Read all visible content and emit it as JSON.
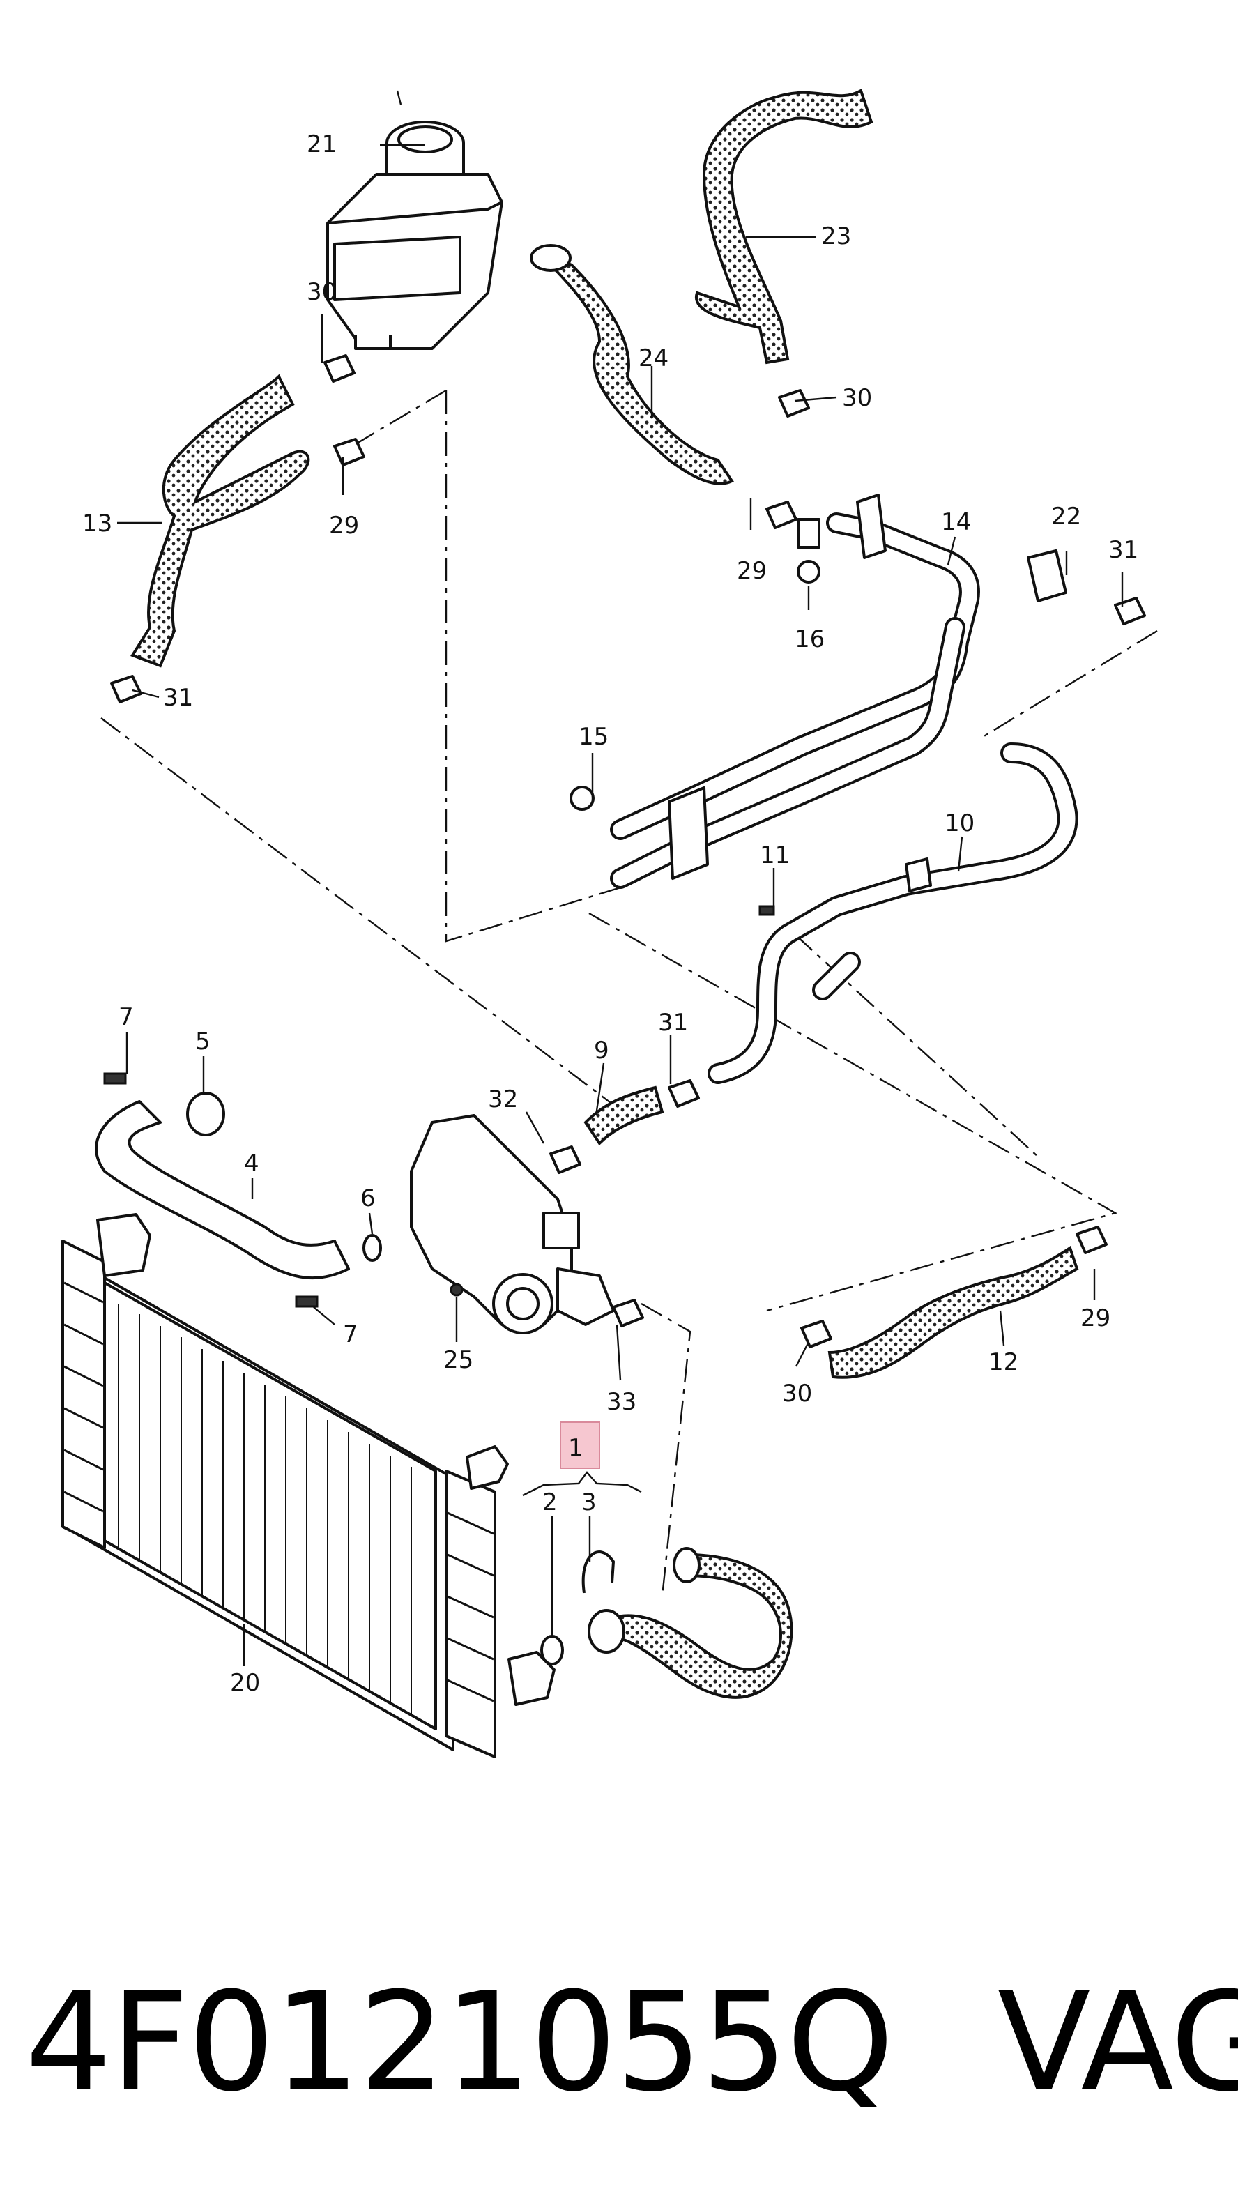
{
  "diagram": {
    "highlight_color": "#f4b9c4",
    "callouts": {
      "c1": "1",
      "c2": "2",
      "c3": "3",
      "c4": "4",
      "c5": "5",
      "c6": "6",
      "c7a": "7",
      "c7b": "7",
      "c9": "9",
      "c10": "10",
      "c11": "11",
      "c12": "12",
      "c13": "13",
      "c14": "14",
      "c15": "15",
      "c16": "16",
      "c20": "20",
      "c21": "21",
      "c22": "22",
      "c23": "23",
      "c24": "24",
      "c25": "25",
      "c29a": "29",
      "c29b": "29",
      "c29c": "29",
      "c30a": "30",
      "c30b": "30",
      "c30c": "30",
      "c31a": "31",
      "c31b": "31",
      "c31c": "31",
      "c32": "32",
      "c33": "33"
    }
  },
  "caption": {
    "part_number": "4F0121055Q",
    "brand": "VAG"
  }
}
